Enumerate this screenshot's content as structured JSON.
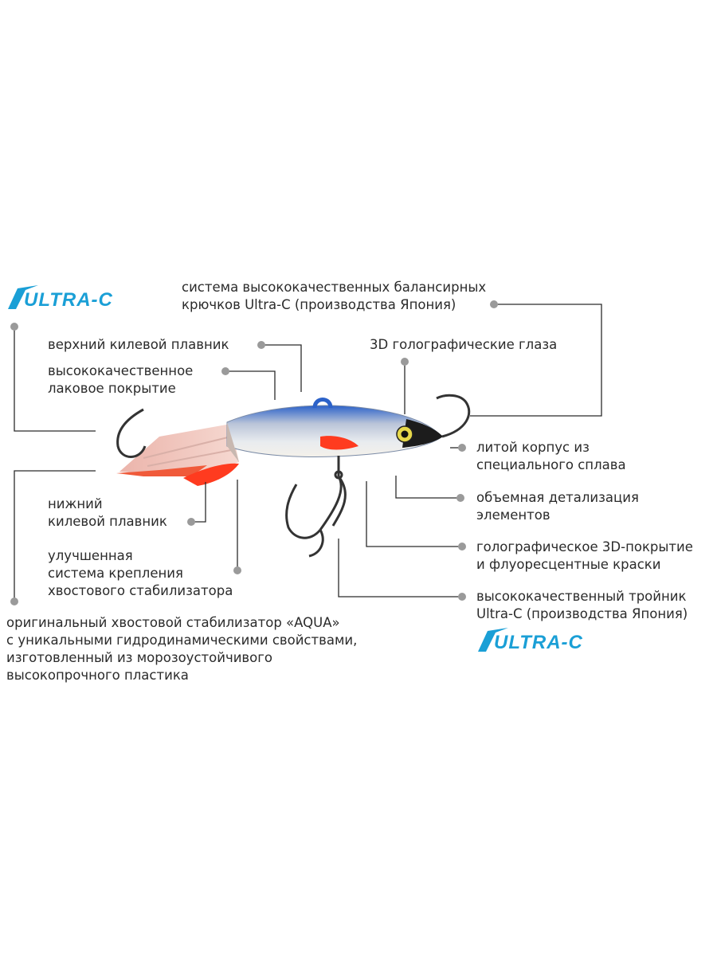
{
  "brand": {
    "logo_text": "ULTRA-C",
    "logo_color": "#1a9fd6"
  },
  "colors": {
    "leader_line": "#2b2b2b",
    "dot": "#9a9a9a",
    "text": "#2b2b2b"
  },
  "labels": {
    "hooks_system": [
      "система высококачественных балансирных",
      "крючков Ultra-C (производства Япония)"
    ],
    "top_fin": [
      "верхний килевой плавник"
    ],
    "lacquer": [
      "высококачественное",
      "лаковое покрытие"
    ],
    "eyes": [
      "3D голографические глаза"
    ],
    "body": [
      "литой корпус из",
      "специального сплава"
    ],
    "detail": [
      "объемная детализация",
      "элементов"
    ],
    "holo": [
      "голографическое 3D-покрытие",
      "и флуоресцентные краски"
    ],
    "treble": [
      "высококачественный тройник",
      "Ultra-C (производства Япония)"
    ],
    "bottom_fin": [
      "нижний",
      "килевой плавник"
    ],
    "mount": [
      "улучшенная",
      "система крепления",
      "хвостового стабилизатора"
    ],
    "stabilizer": [
      "оригинальный хвостовой стабилизатор «AQUA»",
      "с уникальными гидродинамическими свойствами,",
      "изготовленный из морозоустойчивого",
      "высокопрочного пластика"
    ]
  }
}
